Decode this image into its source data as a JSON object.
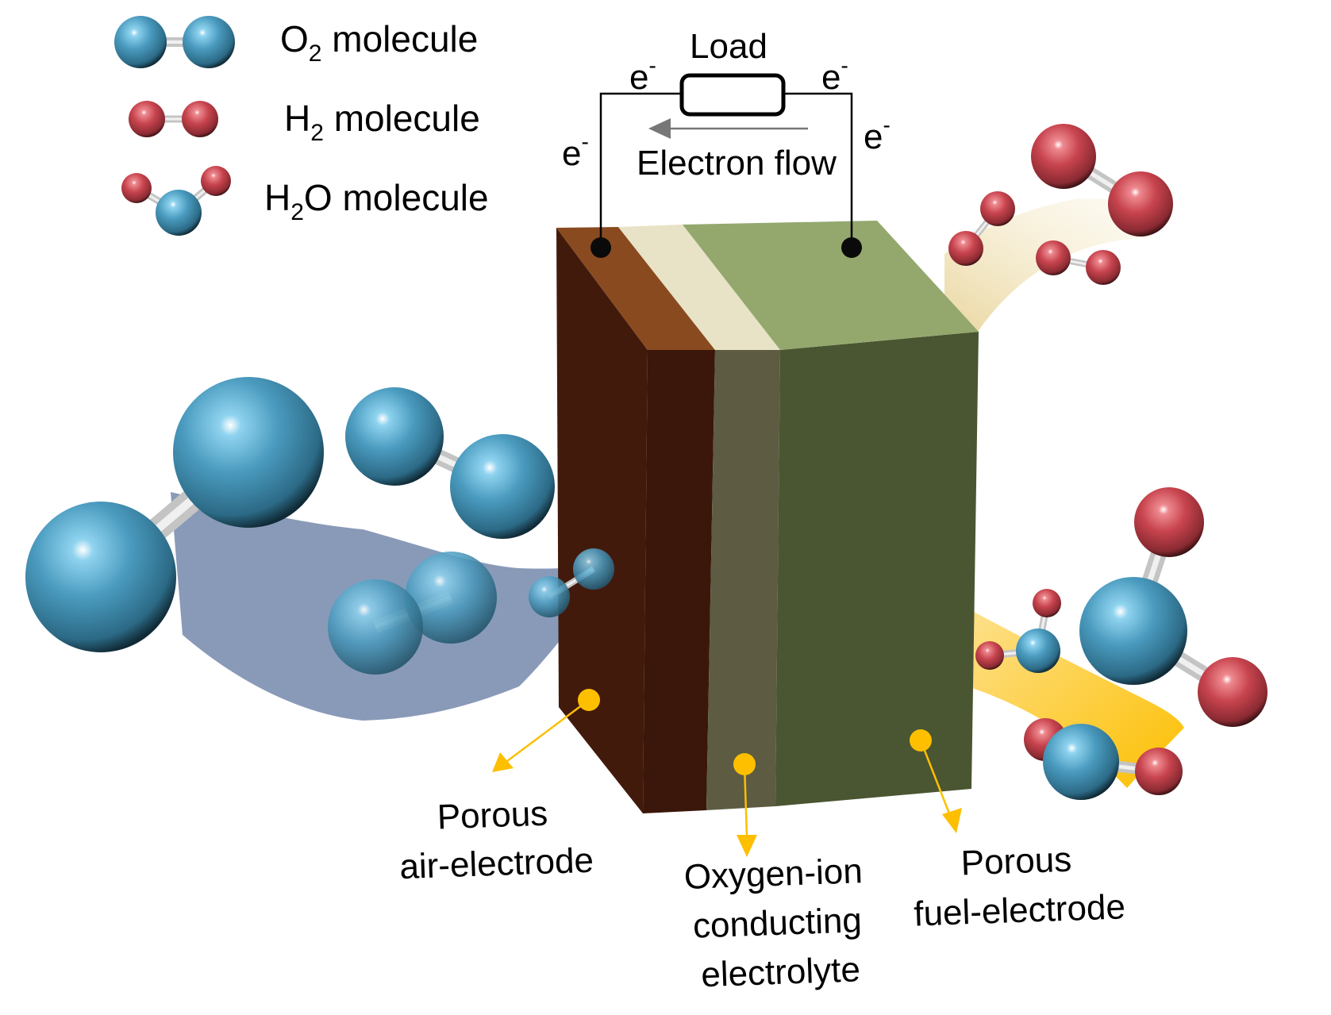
{
  "legend": {
    "items": [
      {
        "formula_main": "O",
        "formula_sub": "2",
        "formula_tail": "",
        "suffix": " molecule",
        "molecule": "o2"
      },
      {
        "formula_main": "H",
        "formula_sub": "2",
        "formula_tail": "",
        "suffix": " molecule",
        "molecule": "h2"
      },
      {
        "formula_main": "H",
        "formula_sub": "2",
        "formula_tail": "O",
        "suffix": " molecule",
        "molecule": "h2o"
      }
    ]
  },
  "circuit": {
    "load_label": "Load",
    "electron_symbol": "e",
    "electron_charge": "-",
    "flow_label": "Electron flow",
    "flow_direction": "right-to-left"
  },
  "layers": [
    {
      "id": "air-electrode",
      "label_lines": [
        "Porous",
        "air-electrode"
      ]
    },
    {
      "id": "electrolyte",
      "label_lines": [
        "Oxygen-ion",
        "conducting",
        "electrolyte"
      ]
    },
    {
      "id": "fuel-electrode",
      "label_lines": [
        "Porous",
        "fuel-electrode"
      ]
    }
  ],
  "colors": {
    "oxygen_atom": "#4a9bbf",
    "hydrogen_atom": "#c8444e",
    "bond": "#d4d4d4",
    "air_electrode_top": "#8a4a20",
    "air_electrode_front": "#3a170a",
    "air_electrode_side": "#421a0c",
    "electrolyte_top": "#e8e2c6",
    "electrolyte_front": "#5d5c42",
    "fuel_electrode_top": "#94a86e",
    "fuel_electrode_front": "#4a5532",
    "callout": "#fdbf00",
    "electron_arrow": "#777777",
    "air_stream": "#8395b4",
    "fuel_out_stream": "#f0dfae",
    "fuel_in_stream": "#fdc52a"
  }
}
